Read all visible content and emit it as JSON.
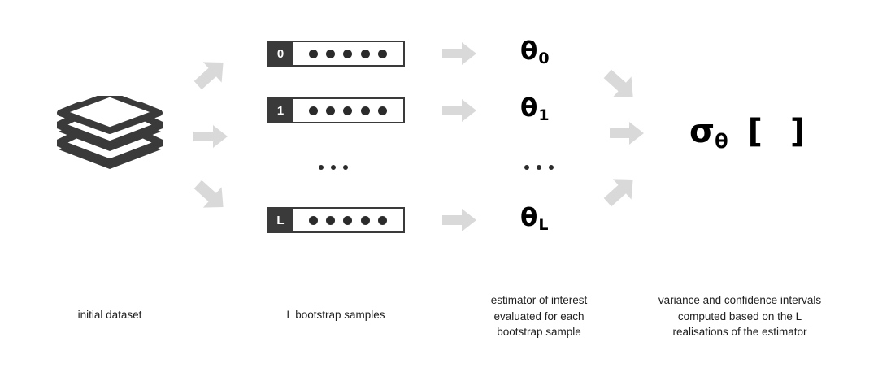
{
  "figure": {
    "title": "bootstrap procedure diagram",
    "background_color": "#ffffff",
    "arrow_color": "#d9d9d9",
    "ink_color": "#3a3a3a",
    "text_color": "#1f1f1f"
  },
  "dataset": {
    "icon": "stacked-dataset-icon",
    "layers": 3
  },
  "samples": [
    {
      "tag": "0",
      "dots": 5
    },
    {
      "tag": "1",
      "dots": 5
    },
    {
      "tag": "L",
      "dots": 5
    }
  ],
  "sample_ellipsis": "• • •",
  "estimators": [
    {
      "symbol": "θ",
      "subscript": "0"
    },
    {
      "symbol": "θ",
      "subscript": "1"
    },
    {
      "symbol": "θ",
      "subscript": "L"
    }
  ],
  "estimator_ellipsis": "• • •",
  "result": {
    "symbol": "σ",
    "subscript": "θ",
    "brackets": "[ ]"
  },
  "captions": {
    "dataset": "initial dataset",
    "samples": "L bootstrap samples",
    "estimators": "estimator of interest\nevaluated for each\nbootstrap sample",
    "result": "variance and confidence intervals\ncomputed based on the L\nrealisations of the estimator"
  },
  "arrows": {
    "fan_out": [
      "up-right",
      "right",
      "down-right"
    ],
    "sample_to_estimator": [
      "right",
      "right",
      "right"
    ],
    "fan_in": [
      "down-right",
      "right",
      "up-right"
    ]
  }
}
